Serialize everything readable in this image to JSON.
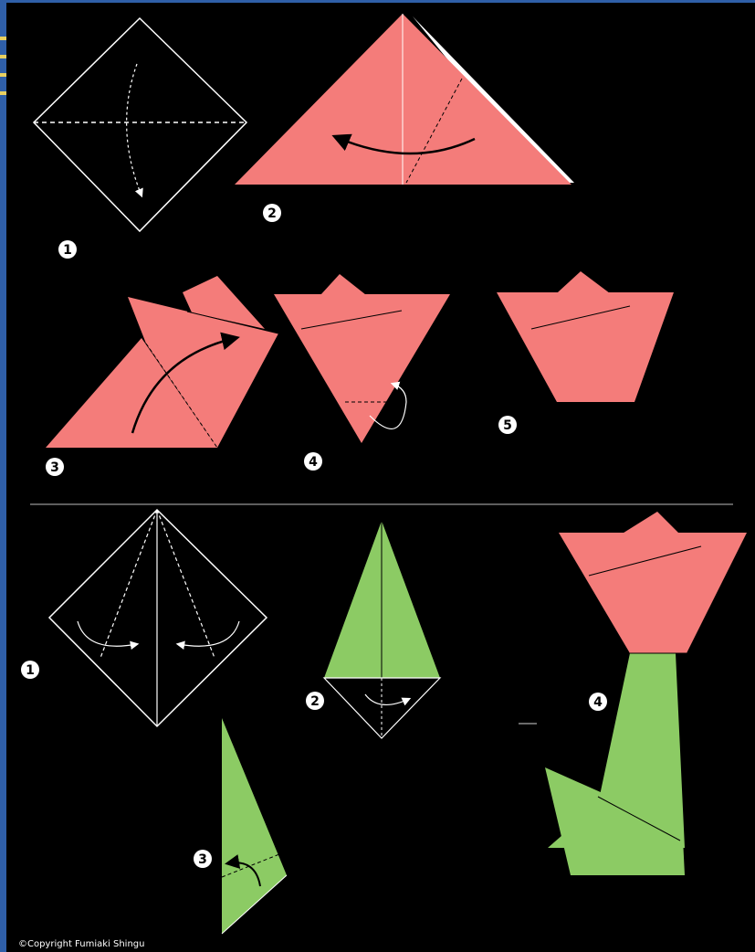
{
  "colors": {
    "background": "#000000",
    "petal": "#F47C7A",
    "stem": "#8CCB64",
    "outline": "#FFFFFF",
    "frame_left": "#2F5FA8",
    "frame_stripe": "#E8D060"
  },
  "flower_steps": {
    "step1": "1",
    "step2": "2",
    "step3": "3",
    "step4": "4",
    "step5": "5"
  },
  "stem_steps": {
    "step1": "1",
    "step2": "2",
    "step3": "3",
    "step4": "4"
  },
  "copyright": "©Copyright Fumiaki Shingu"
}
